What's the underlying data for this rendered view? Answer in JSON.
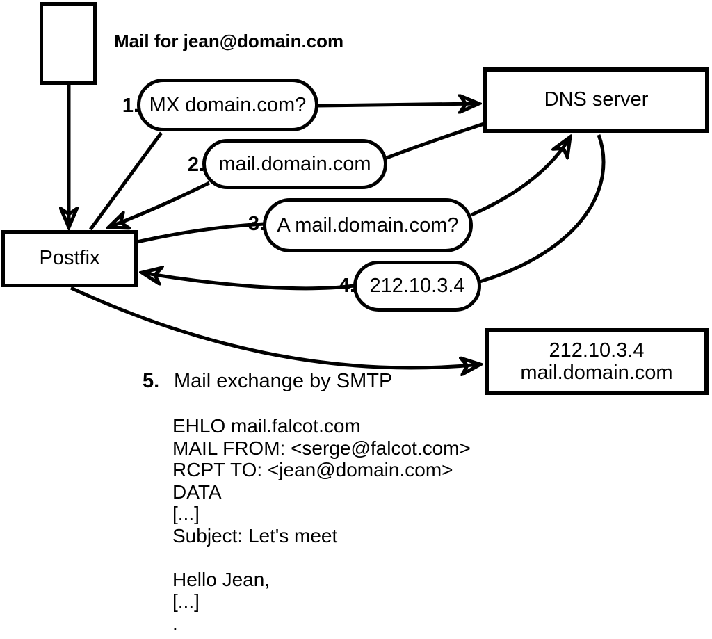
{
  "title": "Mail for jean@domain.com",
  "nodes": {
    "postfix": {
      "label": "Postfix"
    },
    "dns_server": {
      "label": "DNS server"
    },
    "mail_server": {
      "line1": "212.10.3.4",
      "line2": "mail.domain.com"
    }
  },
  "steps": [
    {
      "num": "1.",
      "label": "MX domain.com?"
    },
    {
      "num": "2.",
      "label": "mail.domain.com"
    },
    {
      "num": "3.",
      "label": "A mail.domain.com?"
    },
    {
      "num": "4.",
      "label": "212.10.3.4"
    },
    {
      "num": "5.",
      "label": "Mail exchange by SMTP"
    }
  ],
  "smtp_session": {
    "lines": [
      "EHLO mail.falcot.com",
      "MAIL FROM: <serge@falcot.com>",
      "RCPT TO: <jean@domain.com>",
      "DATA",
      "[...]",
      "Subject: Let's meet",
      "",
      "Hello Jean,",
      "[...]",
      "."
    ]
  }
}
